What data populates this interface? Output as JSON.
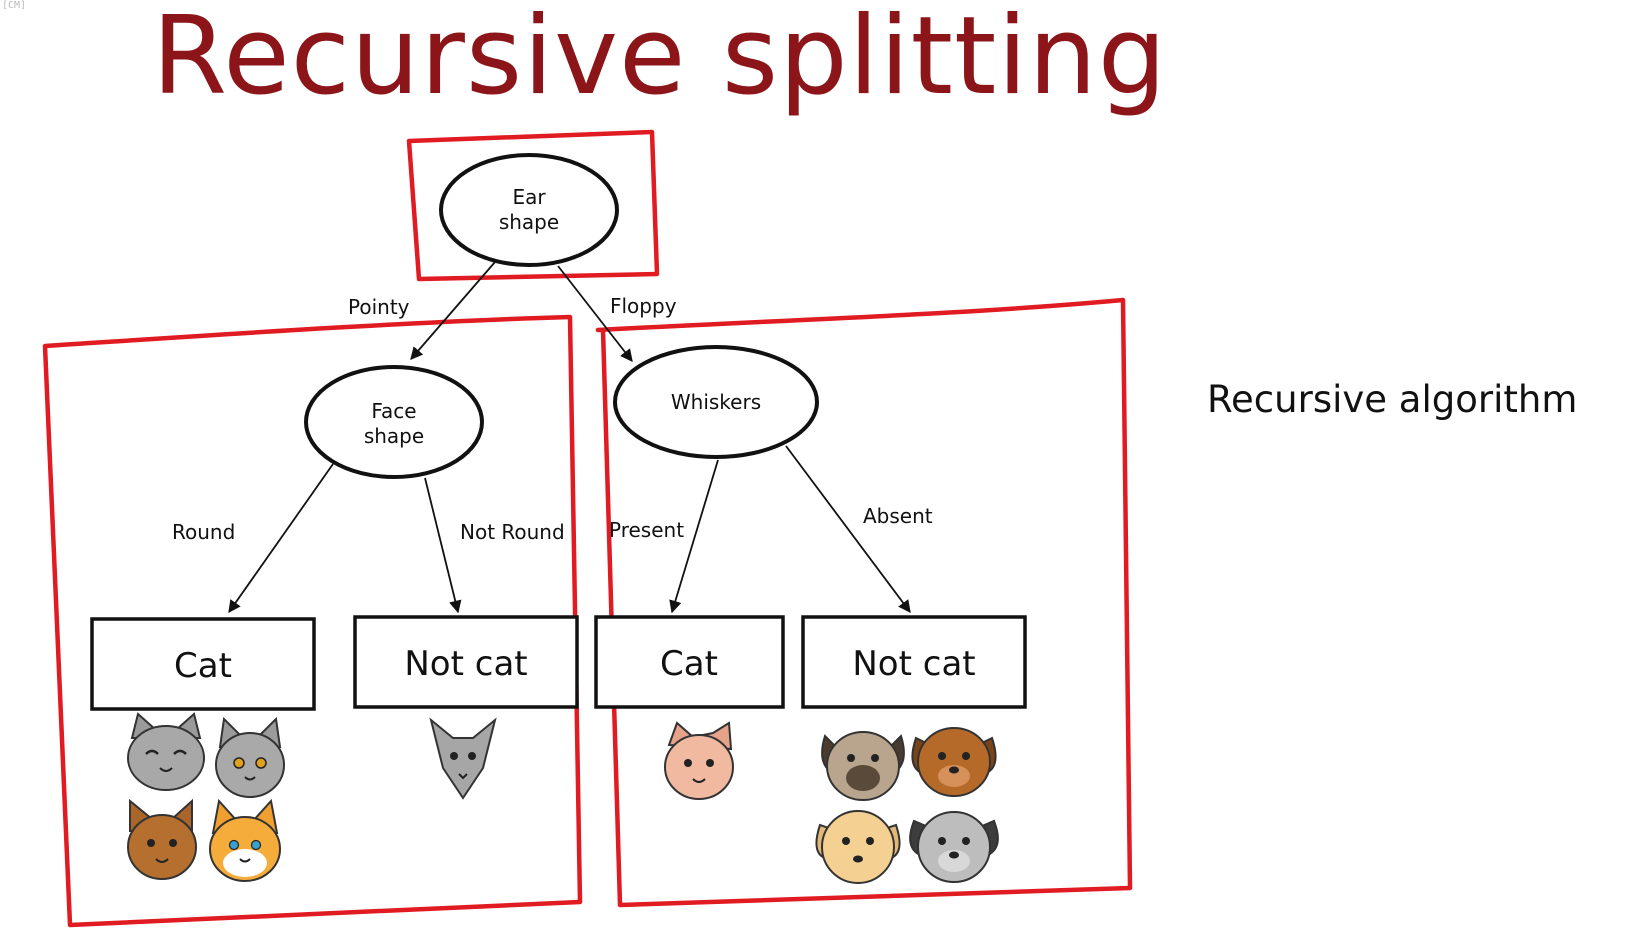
{
  "title": "Recursive splitting",
  "corner_mark": "[CM]",
  "side_note": "Recursive algorithm",
  "tree": {
    "root": {
      "line1": "Ear",
      "line2": "shape"
    },
    "edge_pointy": "Pointy",
    "edge_floppy": "Floppy",
    "left_node": {
      "line1": "Face",
      "line2": "shape"
    },
    "right_node": {
      "label": "Whiskers"
    },
    "edge_round": "Round",
    "edge_not_round": "Not Round",
    "edge_present": "Present",
    "edge_absent": "Absent",
    "leaves": [
      {
        "label": "Cat"
      },
      {
        "label": "Not cat"
      },
      {
        "label": "Cat"
      },
      {
        "label": "Not cat"
      }
    ]
  },
  "colors": {
    "title": "#8b1519",
    "highlight_box": "#e11b22",
    "ink": "#111111"
  },
  "icons": {
    "leaf1": [
      "cat-face-icon",
      "cat-face-icon",
      "cat-face-icon",
      "cat-face-icon"
    ],
    "leaf2": [
      "cat-face-icon"
    ],
    "leaf3": [
      "cat-face-icon"
    ],
    "leaf4": [
      "dog-face-icon",
      "dog-face-icon",
      "dog-face-icon",
      "dog-face-icon"
    ]
  }
}
